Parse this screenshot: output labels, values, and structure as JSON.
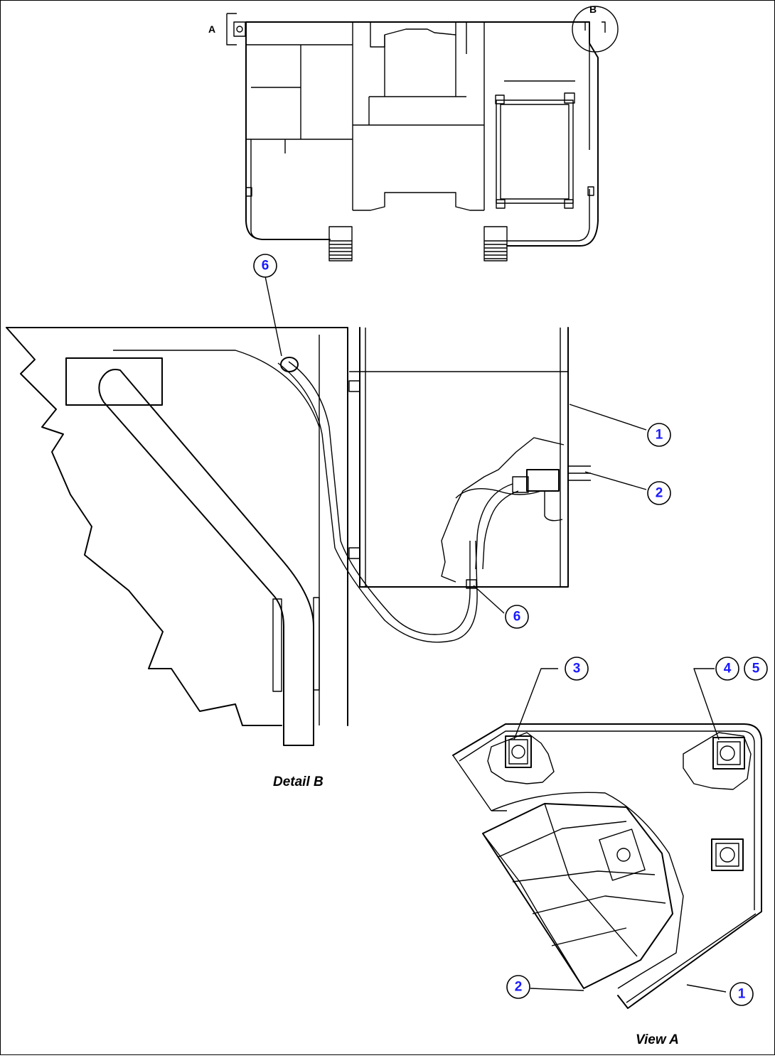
{
  "overview": {
    "view_marker_a": "A",
    "detail_marker_b": "B"
  },
  "captions": {
    "detail_b": "Detail B",
    "view_a": "View A"
  },
  "callouts": {
    "detail_b_6_top": "6",
    "detail_b_1": "1",
    "detail_b_2": "2",
    "detail_b_6_bottom": "6",
    "view_a_3": "3",
    "view_a_4": "4",
    "view_a_5": "5",
    "view_a_2": "2",
    "view_a_1": "1"
  },
  "colors": {
    "callout_text": "#1a1aff",
    "line": "#000000",
    "background": "#ffffff"
  }
}
